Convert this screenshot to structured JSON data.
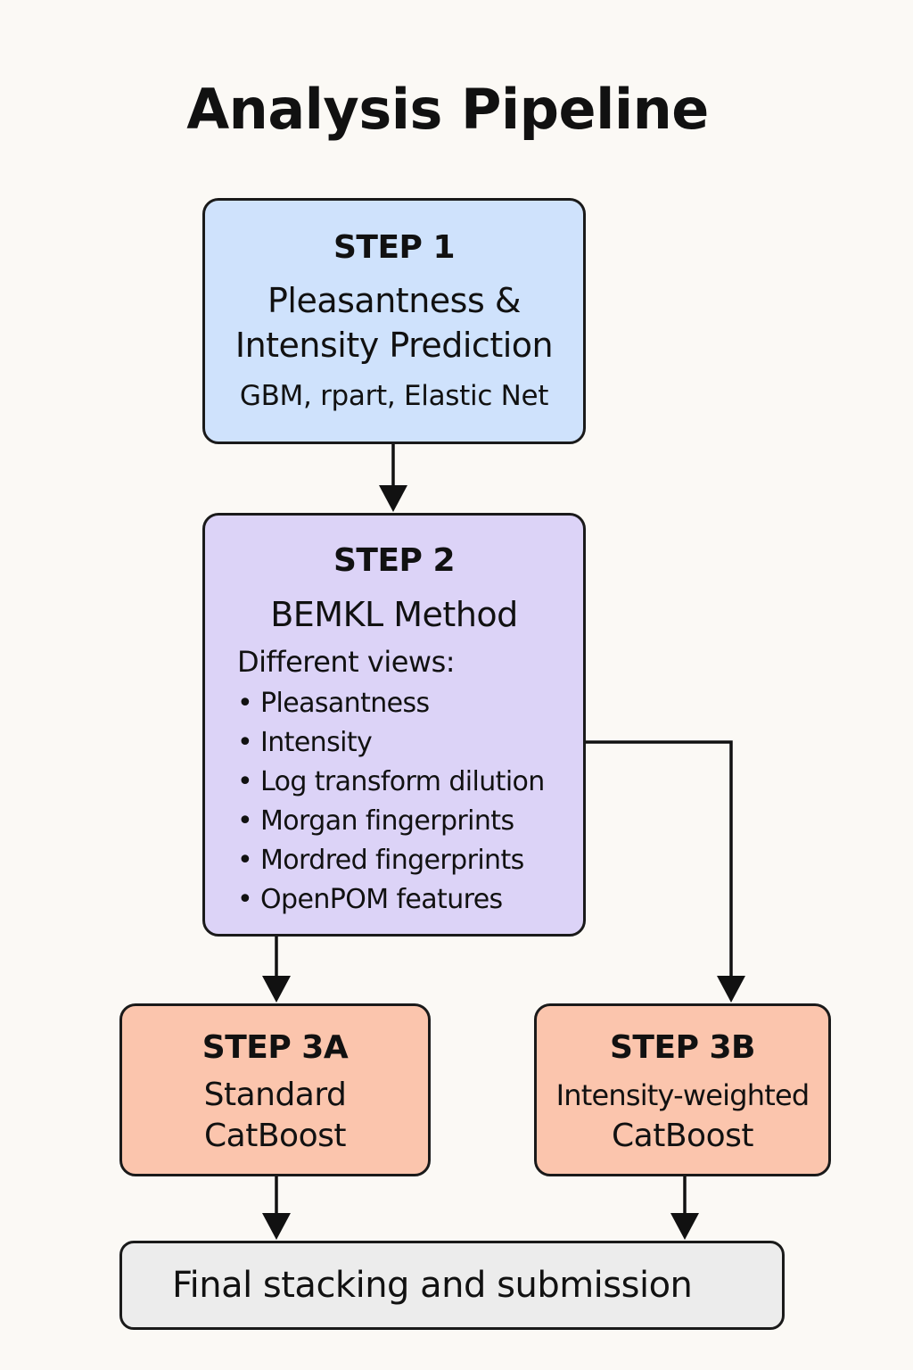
{
  "title": "Analysis Pipeline",
  "step1": {
    "label": "STEP 1",
    "heading_line1": "Pleasantness &",
    "heading_line2": "Intensity Prediction",
    "models": "GBM, rpart, Elastic Net",
    "color": "#cfe2fc"
  },
  "step2": {
    "label": "STEP 2",
    "heading": "BEMKL Method",
    "views_title": "Different views:",
    "views": [
      "Pleasantness",
      "Intensity",
      "Log transform dilution",
      "Morgan fingerprints",
      "Mordred fingerprints",
      "OpenPOM features"
    ],
    "color": "#dcd3f7"
  },
  "step3a": {
    "label": "STEP 3A",
    "heading_line1": "Standard",
    "heading_line2": "CatBoost",
    "color": "#fbc5ad"
  },
  "step3b": {
    "label": "STEP 3B",
    "heading_line1": "Intensity-weighted",
    "heading_line2": "CatBoost",
    "color": "#fbc5ad"
  },
  "final": {
    "label": "Final stacking and submission",
    "color": "#ececec"
  }
}
